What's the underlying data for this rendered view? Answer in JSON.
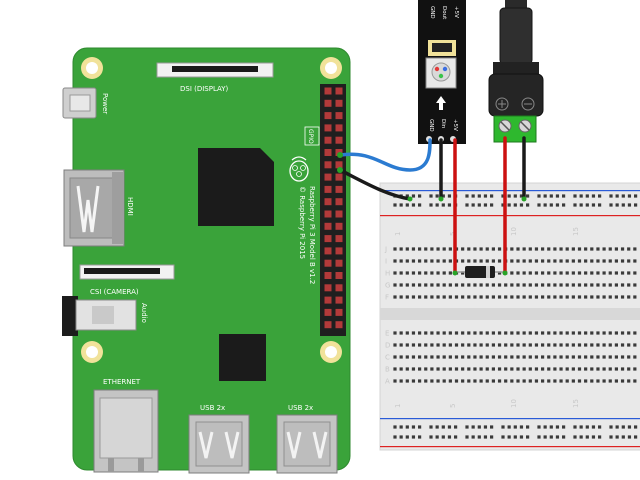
{
  "board": {
    "color": "#3aa33a",
    "model_text": "Raspberry Pi 3 Model B v1.2",
    "copyright_text": "© Raspberry Pi 2015",
    "gpio_label": "GPIO",
    "dsi_label": "DSI (DISPLAY)",
    "csi_label": "CSI (CAMERA)",
    "power_label": "Power",
    "hdmi_label": "HDMI",
    "audio_label": "Audio",
    "ethernet_label": "ETHERNET",
    "usb1_label": "USB 2x",
    "usb2_label": "USB 2x"
  },
  "led_module": {
    "top_labels": [
      "GND",
      "Dout",
      "+5V"
    ],
    "bottom_labels": [
      "GND",
      "Din",
      "+5V"
    ]
  },
  "breadboard": {
    "row_letters_top": [
      "J",
      "I",
      "H",
      "G",
      "F"
    ],
    "row_letters_bottom": [
      "E",
      "D",
      "C",
      "B",
      "A"
    ],
    "column_numbers": [
      "1",
      "5",
      "10",
      "15"
    ]
  },
  "wires": {
    "blue": "#2b7bd1",
    "black": "#1a1a1a",
    "red": "#cc1111"
  }
}
